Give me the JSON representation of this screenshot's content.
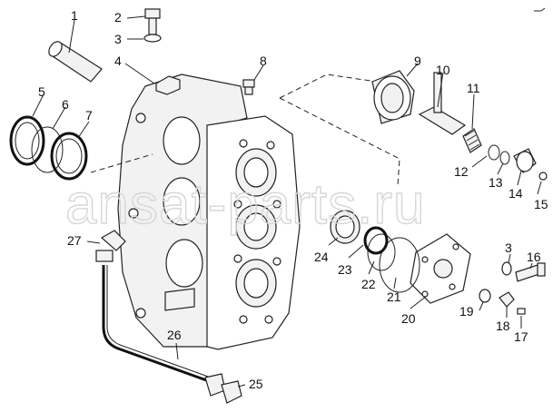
{
  "watermark": "ansat-parts.ru",
  "callouts": [
    "1",
    "2",
    "3",
    "4",
    "5",
    "6",
    "7",
    "8",
    "9",
    "10",
    "11",
    "12",
    "13",
    "14",
    "15",
    "16",
    "3",
    "17",
    "18",
    "19",
    "20",
    "21",
    "22",
    "23",
    "24",
    "25",
    "26",
    "27"
  ]
}
